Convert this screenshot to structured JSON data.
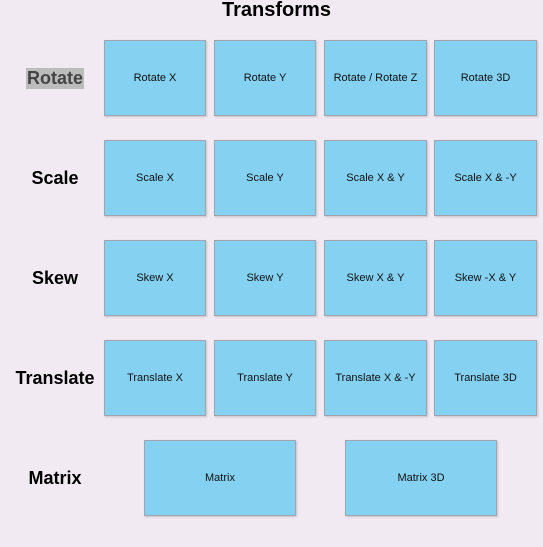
{
  "title": "Transforms",
  "rows": [
    {
      "label": "Rotate",
      "tiles": [
        "Rotate X",
        "Rotate Y",
        "Rotate / Rotate Z",
        "Rotate 3D"
      ]
    },
    {
      "label": "Scale",
      "tiles": [
        "Scale X",
        "Scale Y",
        "Scale X & Y",
        "Scale X & -Y"
      ]
    },
    {
      "label": "Skew",
      "tiles": [
        "Skew X",
        "Skew Y",
        "Skew X & Y",
        "Skew -X & Y"
      ]
    },
    {
      "label": "Translate",
      "tiles": [
        "Translate X",
        "Translate Y",
        "Translate X & -Y",
        "Translate 3D"
      ]
    },
    {
      "label": "Matrix",
      "tiles": [
        "Matrix",
        "Matrix 3D"
      ]
    }
  ],
  "colors": {
    "background": "#f2eaf3",
    "tile": "#84d1f2",
    "selection_highlight": "#bcbcbc"
  }
}
